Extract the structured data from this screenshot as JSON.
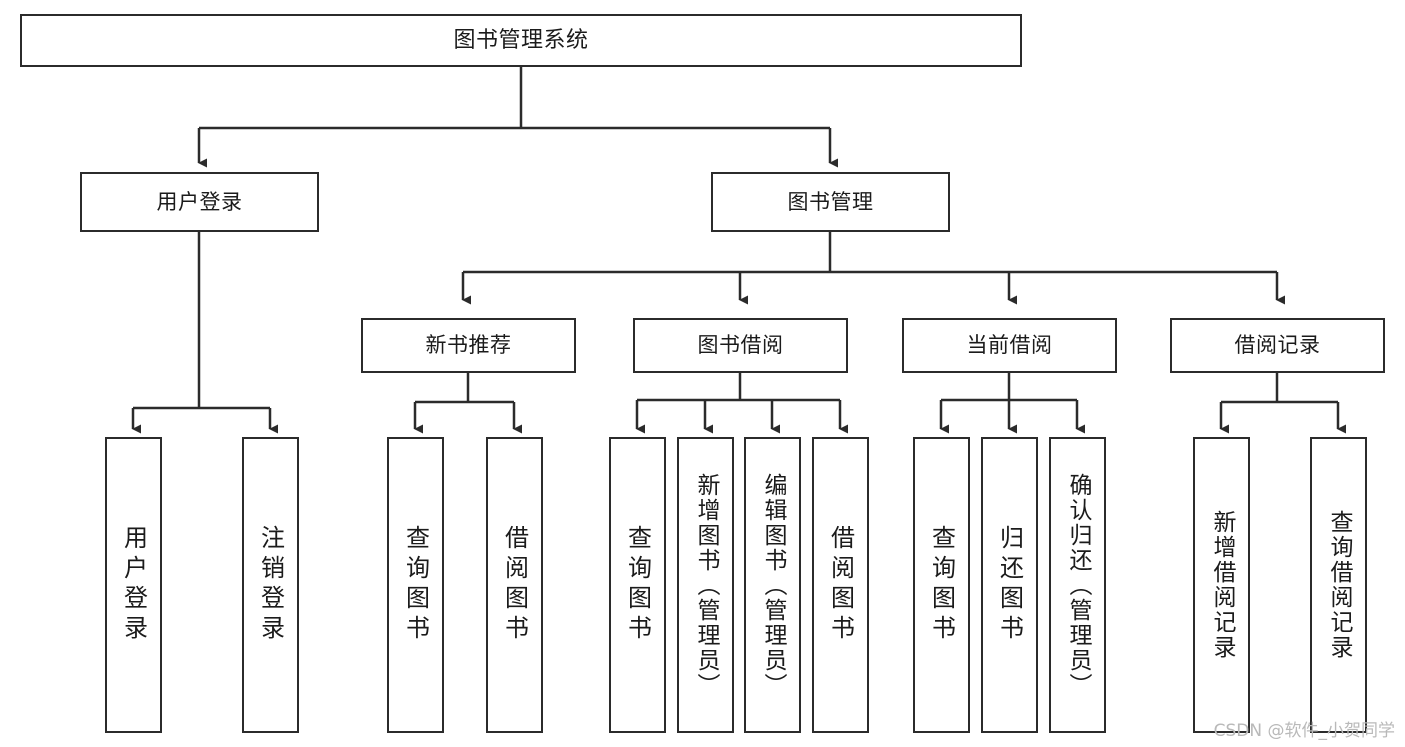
{
  "diagram": {
    "type": "tree",
    "title": "图书管理系统",
    "watermark": "CSDN @软件_小贺同学",
    "stroke_color": "#2b2b2b",
    "fill_color": "#ffffff",
    "text_color": "#1b1b1b"
  },
  "nodes": {
    "root": {
      "label": "图书管理系统"
    },
    "level2": [
      {
        "id": "user-login",
        "label": "用户登录"
      },
      {
        "id": "book-manage",
        "label": "图书管理"
      }
    ],
    "level3": [
      {
        "id": "new-book-rec",
        "label": "新书推荐"
      },
      {
        "id": "book-borrow",
        "label": "图书借阅"
      },
      {
        "id": "current-borrow",
        "label": "当前借阅"
      },
      {
        "id": "borrow-record",
        "label": "借阅记录"
      }
    ],
    "leaves": [
      {
        "id": "leaf-user-login",
        "label": "用户登录"
      },
      {
        "id": "leaf-logout",
        "label": "注销登录"
      },
      {
        "id": "leaf-query-book-1",
        "label": "查询图书"
      },
      {
        "id": "leaf-borrow-book-1",
        "label": "借阅图书"
      },
      {
        "id": "leaf-query-book-2",
        "label": "查询图书"
      },
      {
        "id": "leaf-add-book",
        "label": "新增图书（管理员）"
      },
      {
        "id": "leaf-edit-book",
        "label": "编辑图书（管理员）"
      },
      {
        "id": "leaf-borrow-book-2",
        "label": "借阅图书"
      },
      {
        "id": "leaf-query-book-3",
        "label": "查询图书"
      },
      {
        "id": "leaf-return-book",
        "label": "归还图书"
      },
      {
        "id": "leaf-confirm-return",
        "label": "确认归还（管理员）"
      },
      {
        "id": "leaf-add-record",
        "label": "新增借阅记录"
      },
      {
        "id": "leaf-query-record",
        "label": "查询借阅记录"
      }
    ]
  }
}
